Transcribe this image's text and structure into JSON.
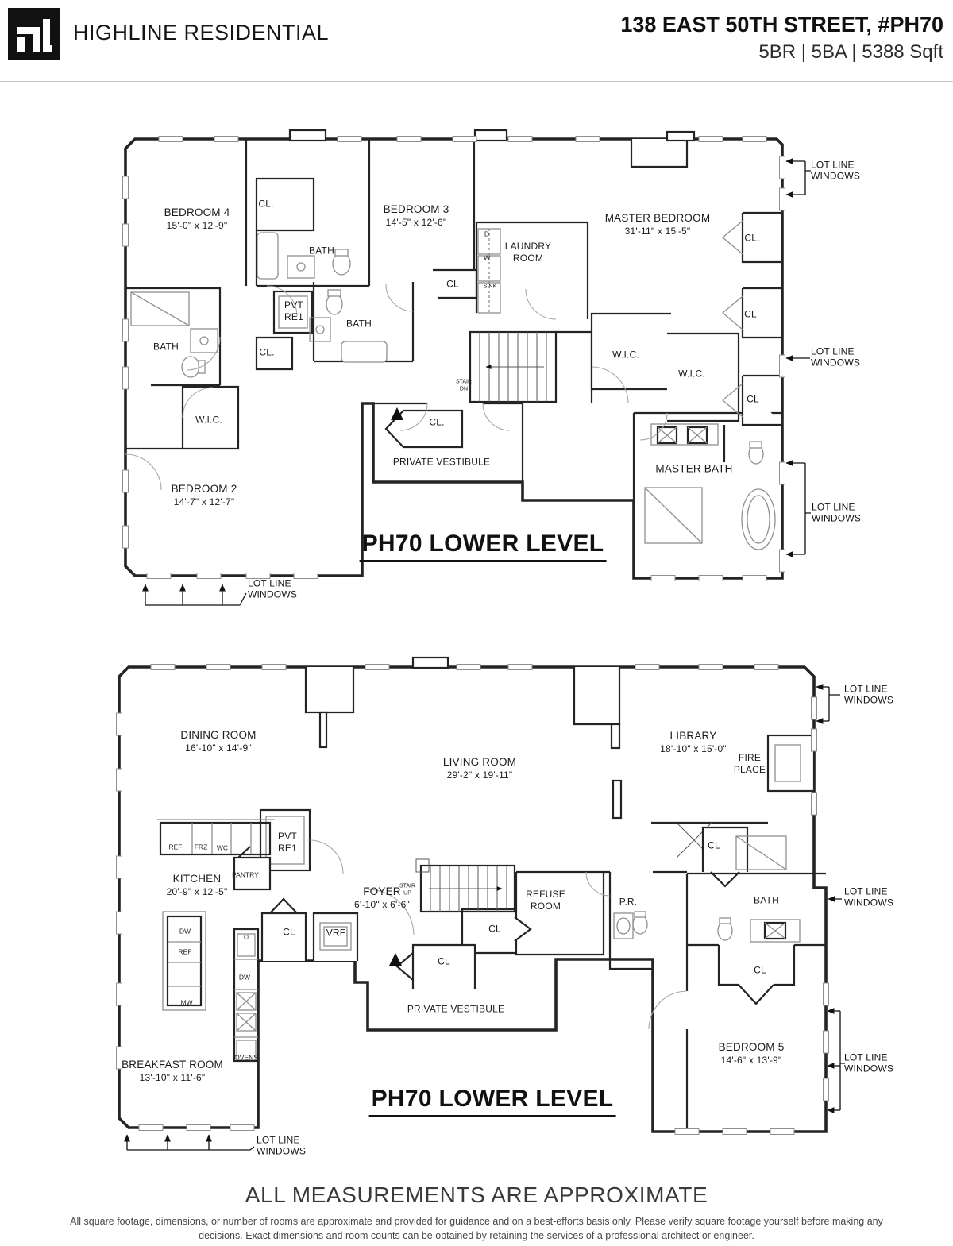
{
  "header": {
    "logo_text": "HL",
    "brand": "HIGHLINE RESIDENTIAL",
    "address": "138 EAST 50TH STREET, #PH70",
    "specs": "5BR | 5BA | 5388 Sqft"
  },
  "labels": {
    "bath": "BATH",
    "cl": "CL",
    "cl_dot": "CL.",
    "wic": "W.I.C.",
    "pvt_re1": "PVT\nRE1",
    "private_vestibule": "PRIVATE VESTIBULE",
    "level_title": "PH70 LOWER LEVEL",
    "stair_dn": "STAIR\nDN",
    "stair_up": "STAIR\nUP",
    "lot_line": "LOT LINE\nWINDOWS"
  },
  "upper": {
    "bedroom4": {
      "name": "BEDROOM 4",
      "dims": "15'-0\" x 12'-9\""
    },
    "bedroom3": {
      "name": "BEDROOM 3",
      "dims": "14'-5\" x 12'-6\""
    },
    "master_bedroom": {
      "name": "MASTER BEDROOM",
      "dims": "31'-11\" x 15'-5\""
    },
    "bedroom2": {
      "name": "BEDROOM 2",
      "dims": "14'-7\" x 12'-7\""
    },
    "laundry": "LAUNDRY\nROOM",
    "master_bath": "MASTER BATH",
    "d": "D",
    "w": "W",
    "sink": "SINK"
  },
  "lower": {
    "dining": {
      "name": "DINING ROOM",
      "dims": "16'-10\" x 14'-9\""
    },
    "living": {
      "name": "LIVING ROOM",
      "dims": "29'-2\" x 19'-11\""
    },
    "library": {
      "name": "LIBRARY",
      "dims": "18'-10\" x 15'-0\""
    },
    "kitchen": {
      "name": "KITCHEN",
      "dims": "20'-9\" x 12'-5\""
    },
    "breakfast": {
      "name": "BREAKFAST ROOM",
      "dims": "13'-10\" x 11'-6\""
    },
    "bedroom5": {
      "name": "BEDROOM 5",
      "dims": "14'-6\" x 13'-9\""
    },
    "foyer": {
      "name": "FOYER",
      "dims": "6'-10\" x 6'-6\""
    },
    "fireplace": "FIRE\nPLACE",
    "refuse": "REFUSE\nROOM",
    "pr": "P.R.",
    "vrf": "VRF",
    "ref": "REF",
    "frz": "FRZ",
    "wc": "WC",
    "pantry": "PANTRY",
    "dw": "DW",
    "mw": "MW",
    "ovens": "OVENS"
  },
  "footer": {
    "approx": "ALL MEASUREMENTS ARE APPROXIMATE",
    "disclaimer1": "All square footage, dimensions, or number of rooms are approximate and provided for guidance and on a best-efforts basis only. Please verify square footage yourself before making any",
    "disclaimer2": "decisions. Exact dimensions and room counts can be obtained by retaining the services of a professional architect or engineer."
  }
}
